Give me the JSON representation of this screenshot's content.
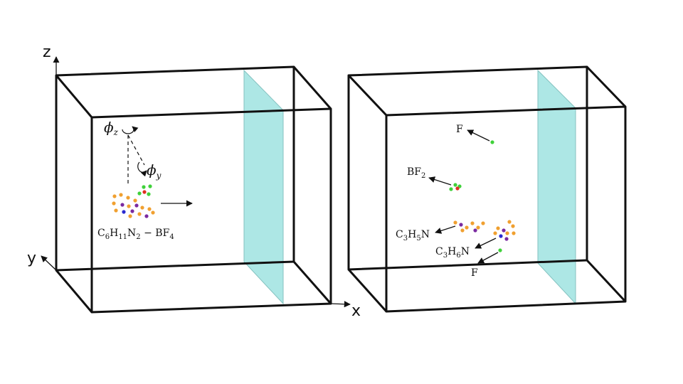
{
  "axes": {
    "x": "x",
    "y": "y",
    "z": "z"
  },
  "left_panel": {
    "rotation_z": "ϕz",
    "rotation_y": "ϕy",
    "molecule": {
      "base": "C",
      "parts": [
        "C",
        "6",
        "H",
        "11",
        "N",
        "2",
        " − BF",
        "4"
      ]
    }
  },
  "right_panel": {
    "frag_F_top": "F",
    "frag_BF2": {
      "main": "BF",
      "sub": "2"
    },
    "frag_C3H5N": {
      "parts": [
        "C",
        "3",
        "H",
        "5",
        "N"
      ]
    },
    "frag_C3H6N": {
      "parts": [
        "C",
        "3",
        "H",
        "6",
        "N"
      ]
    },
    "frag_F_bottom": "F"
  },
  "colors": {
    "plane": "#a9e6e4",
    "atom_orange": "#f0a030",
    "atom_purple": "#7a2aa0",
    "atom_blue": "#2a2ad0",
    "atom_red": "#e03020",
    "atom_green": "#3fd13a"
  }
}
